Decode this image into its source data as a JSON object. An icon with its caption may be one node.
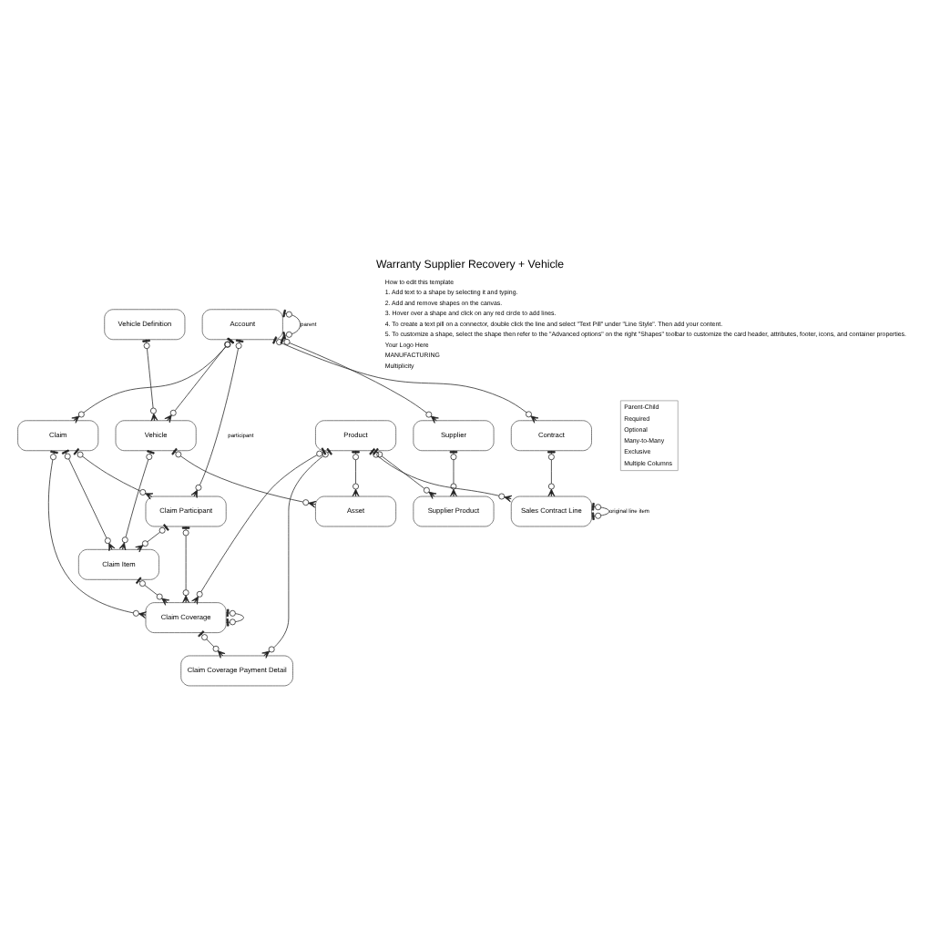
{
  "diagram": {
    "title": "Warranty Supplier Recovery + Vehicle",
    "nodes": [
      {
        "text": [
          "Claim"
        ]
      },
      {
        "text": [
          "Account"
        ]
      },
      {
        "text": [
          "Vehicle"
        ]
      },
      {
        "text": [
          "Vehicle Definition"
        ]
      },
      {
        "text": [
          "Asset"
        ]
      },
      {
        "text": [
          "Claim Item"
        ]
      },
      {
        "text": [
          "Claim Participant"
        ]
      },
      {
        "text": [
          "Supplier"
        ]
      },
      {
        "text": [
          "Claim Coverage"
        ]
      },
      {
        "text": [
          "Product"
        ]
      },
      {
        "text": [
          "Supplier Product"
        ]
      },
      {
        "text": [
          "Contract"
        ]
      },
      {
        "text": [
          "Claim Coverage Payment Detail"
        ]
      },
      {
        "text": [
          "Sales Contract Line"
        ]
      }
    ],
    "edges": [
      {
        "from": 1,
        "to": 0,
        "arrow": "other"
      },
      {
        "from": 1,
        "to": 1,
        "arrow": "other",
        "label": "parent"
      },
      {
        "from": 1,
        "to": 2,
        "arrow": "other"
      },
      {
        "from": 3,
        "to": 2,
        "arrow": "other"
      },
      {
        "from": 1,
        "to": 6,
        "arrow": "other",
        "label": "participant"
      },
      {
        "from": 1,
        "to": 7,
        "arrow": "other"
      },
      {
        "from": 1,
        "to": 11,
        "arrow": "other"
      },
      {
        "from": 0,
        "to": 5,
        "arrow": "other"
      },
      {
        "from": 2,
        "to": 5,
        "arrow": "other"
      },
      {
        "from": 2,
        "to": 4,
        "arrow": "other"
      },
      {
        "from": 0,
        "to": 8,
        "arrow": "other"
      },
      {
        "from": 0,
        "to": 6,
        "arrow": "other"
      },
      {
        "from": 9,
        "to": 4,
        "arrow": "other"
      },
      {
        "from": 6,
        "to": 5,
        "arrow": "other"
      },
      {
        "from": 5,
        "to": 8,
        "arrow": "other"
      },
      {
        "from": 6,
        "to": 8,
        "arrow": "other"
      },
      {
        "from": 9,
        "to": 8,
        "arrow": "other"
      },
      {
        "from": 8,
        "to": 8,
        "arrow": "other"
      },
      {
        "from": 9,
        "to": 10,
        "arrow": "other"
      },
      {
        "from": 7,
        "to": 10,
        "arrow": "other"
      },
      {
        "from": 8,
        "to": 12,
        "arrow": "other"
      },
      {
        "from": 9,
        "to": 12,
        "arrow": "other"
      },
      {
        "from": 9,
        "to": 13,
        "arrow": "other"
      },
      {
        "from": 11,
        "to": 13,
        "arrow": "other"
      },
      {
        "from": 13,
        "to": 13,
        "arrow": "other",
        "label": "original line item"
      }
    ],
    "labels": [
      "How to edit this template",
      "1. Add text to a shape by selecting it and typing.",
      "2. Add and remove shapes on the canvas.",
      "3. Hover over a shape and click on any red circle to add lines.",
      "4. To create a text pill on a connector, double click the line and select \"Text Pill\" under \"Line Style\". Then add your content.",
      "5. To customize a shape, select the shape then refer to the \"Advanced options\" on the right \"Shapes\" toolbar to customize the card header, attributes, footer, icons, and container properties.",
      "Your Logo Here",
      "MANUFACTURING",
      "Multiplicity"
    ],
    "legend": [
      {
        "text": "Parent-Child"
      },
      {
        "text": "Required"
      },
      {
        "text": "Optional"
      },
      {
        "text": "Many-to-Many"
      },
      {
        "text": "Exclusive"
      },
      {
        "text": "Multiple Columns"
      }
    ]
  }
}
